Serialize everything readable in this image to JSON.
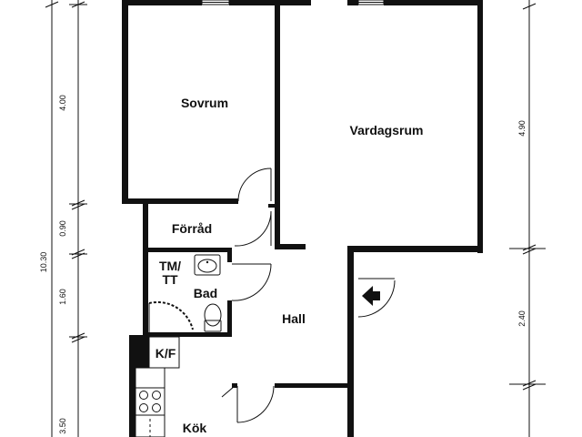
{
  "rooms": {
    "sovrum": "Sovrum",
    "vardagsrum": "Vardagsrum",
    "forrad": "Förråd",
    "tmtt_line1": "TM/",
    "tmtt_line2": "TT",
    "bad": "Bad",
    "hall": "Hall",
    "kf": "K/F",
    "kok": "Kök"
  },
  "dimensions": {
    "left_total": "10.30",
    "left_1": "4.00",
    "left_2": "0.90",
    "left_3": "1.60",
    "left_4": "3.50",
    "right_1": "4.90",
    "right_2": "2.40"
  },
  "colors": {
    "wall": "#111111",
    "background": "#ffffff"
  }
}
